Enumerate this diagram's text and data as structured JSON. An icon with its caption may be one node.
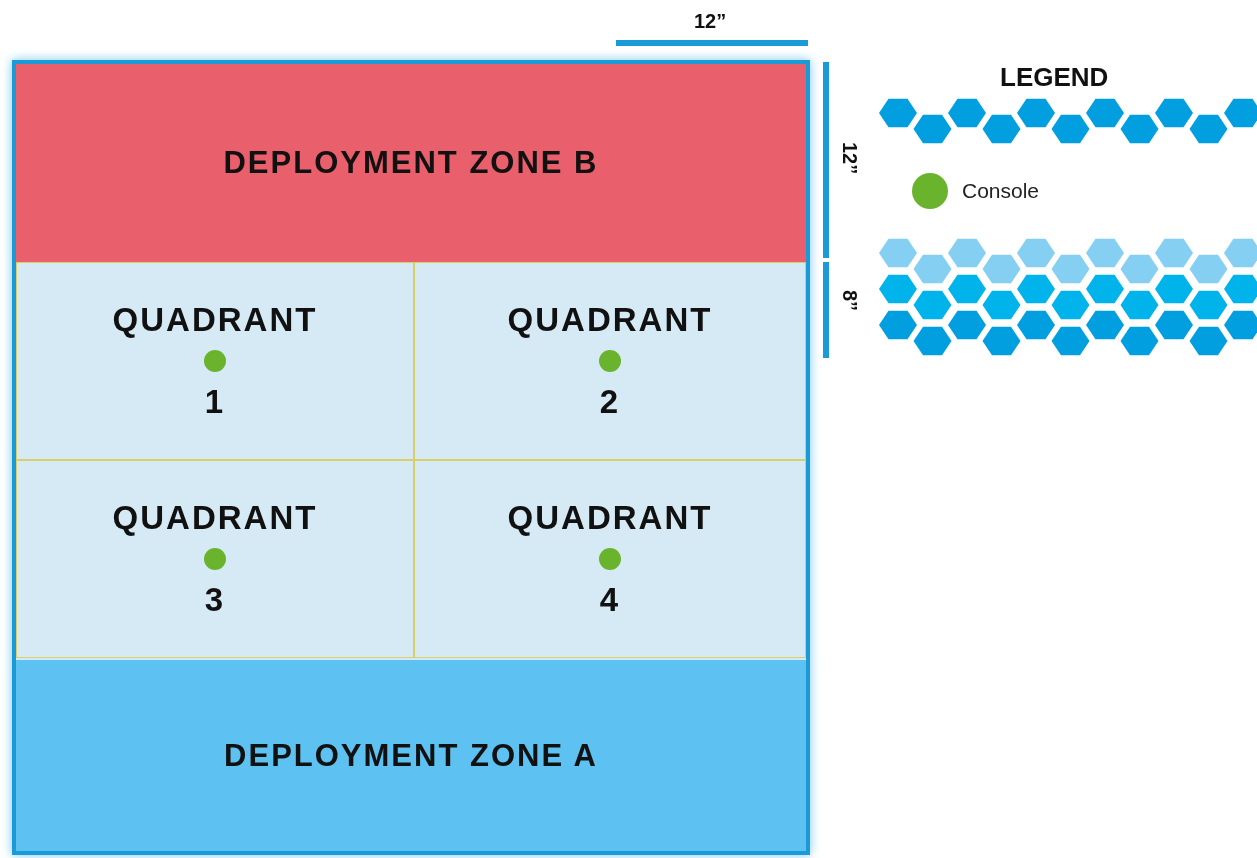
{
  "diagram": {
    "nodes": [
      {
        "text": [
          "DEPLOYMENT ZONE B"
        ]
      },
      {
        "text": [
          "QUADRANT",
          "1"
        ]
      },
      {
        "text": [
          "QUADRANT",
          "2"
        ]
      },
      {
        "text": [
          "QUADRANT",
          "3"
        ]
      },
      {
        "text": [
          "QUADRANT",
          "4"
        ]
      },
      {
        "text": [
          "DEPLOYMENT ZONE A"
        ]
      }
    ],
    "edges": [],
    "labels": [
      "12”",
      "LEGEND",
      "12”",
      "8”"
    ],
    "legend": [
      {
        "text": "Console",
        "color": "#6ab42d"
      }
    ]
  }
}
